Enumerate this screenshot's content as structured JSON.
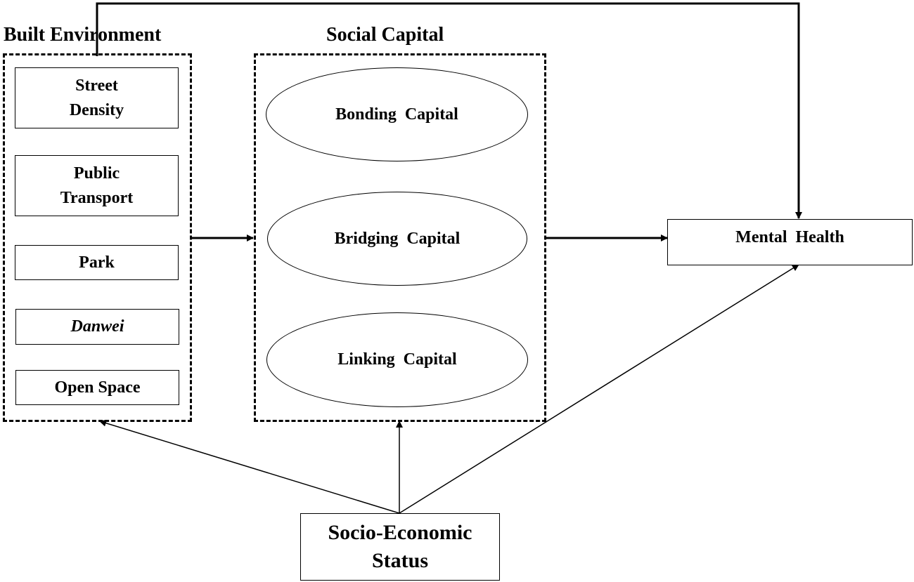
{
  "groups": {
    "built_environment": {
      "title": "Built Environment",
      "items": [
        {
          "line1": "Street",
          "line2": "Density"
        },
        {
          "line1": "Public",
          "line2": "Transport"
        },
        {
          "line1": "Park"
        },
        {
          "line1": "Danwei"
        },
        {
          "line1": "Open Space"
        }
      ]
    },
    "social_capital": {
      "title": "Social Capital",
      "items": [
        {
          "label": "Bonding Capital"
        },
        {
          "label": "Bridging Capital"
        },
        {
          "label": "Linking Capital"
        }
      ]
    }
  },
  "nodes": {
    "mental_health": {
      "label": "Mental Health"
    },
    "ses": {
      "line1": "Socio-Economic",
      "line2": "Status"
    }
  },
  "colors": {
    "line": "#000000",
    "background": "#ffffff"
  }
}
